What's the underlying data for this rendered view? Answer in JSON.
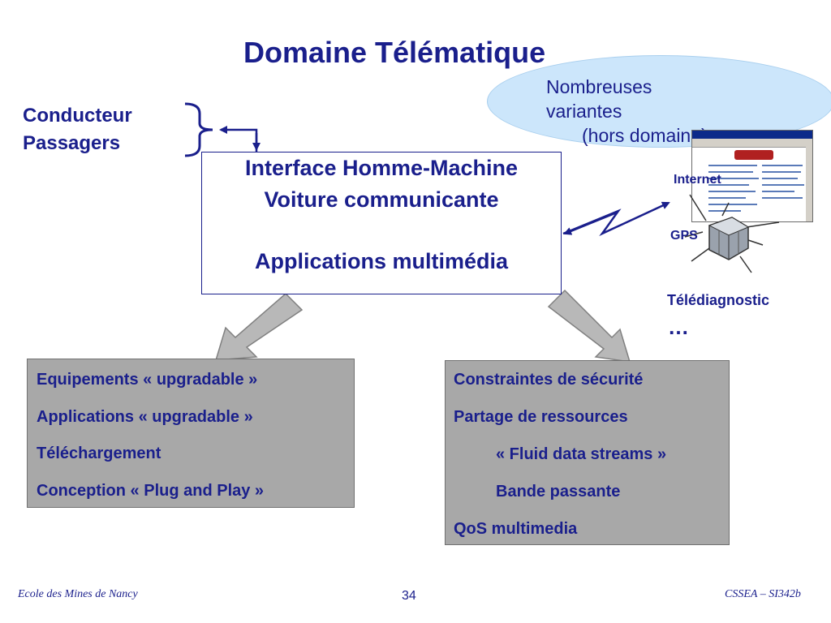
{
  "title": "Domaine Télématique",
  "cloud": {
    "line1": "Nombreuses",
    "line2": "variantes",
    "line3": "(hors domaine)"
  },
  "people": [
    "Conducteur",
    "Passagers"
  ],
  "ihm": {
    "line1": "Interface Homme-Machine",
    "line2": "Voiture communicante",
    "line3": "Applications multimédia"
  },
  "left_box": [
    "Equipements « upgradable »",
    "Applications « upgradable »",
    "Téléchargement",
    "Conception « Plug and Play »"
  ],
  "right_box": [
    {
      "text": "Constraintes de sécurité",
      "indent": false
    },
    {
      "text": "Partage de ressources",
      "indent": false
    },
    {
      "text": "« Fluid data streams »",
      "indent": true
    },
    {
      "text": "Bande passante",
      "indent": true
    },
    {
      "text": "QoS multimedia",
      "indent": false
    }
  ],
  "external": {
    "internet": "Internet",
    "gps": "GPS",
    "telediagnostic": "Télédiagnostic",
    "ellipsis": "…"
  },
  "footer": {
    "left": "Ecole des Mines de Nancy",
    "page": "34",
    "right": "CSSEA – SI342b"
  },
  "colors": {
    "text": "#1a1f8c",
    "cloud": "#cce6fb",
    "box_gray": "#a8a8a8",
    "arrow_gray": "#b8b8b8"
  }
}
